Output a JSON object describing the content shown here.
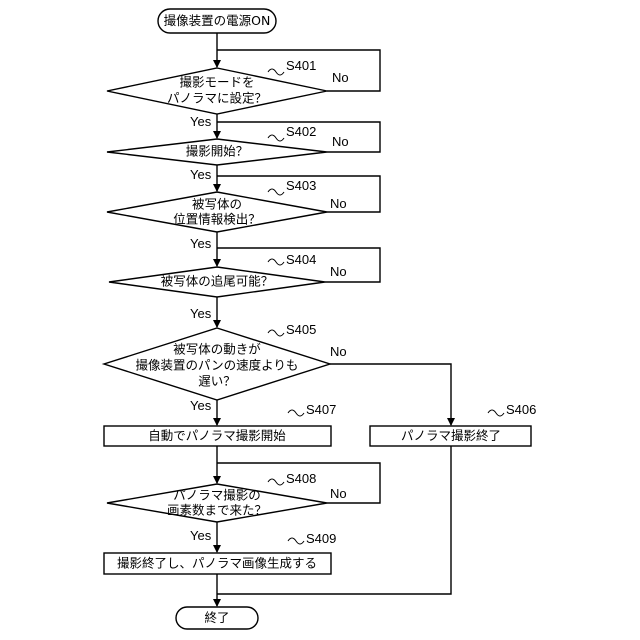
{
  "start": "撮像装置の電源ON",
  "steps": {
    "s401": {
      "id": "S401",
      "line1": "撮影モードを",
      "line2": "パノラマに設定？"
    },
    "s402": {
      "id": "S402",
      "line1": "撮影開始？"
    },
    "s403": {
      "id": "S403",
      "line1": "被写体の",
      "line2": "位置情報検出？"
    },
    "s404": {
      "id": "S404",
      "line1": "被写体の追尾可能？"
    },
    "s405": {
      "id": "S405",
      "line1": "被写体の動きが",
      "line2": "撮像装置のパンの速度よりも",
      "line3": "遅い？"
    },
    "s406": {
      "id": "S406",
      "line1": "パノラマ撮影終了"
    },
    "s407": {
      "id": "S407",
      "line1": "自動でパノラマ撮影開始"
    },
    "s408": {
      "id": "S408",
      "line1": "パノラマ撮影の",
      "line2": "画素数まで来た？"
    },
    "s409": {
      "id": "S409",
      "line1": "撮影終了し、パノラマ画像生成する"
    }
  },
  "labels": {
    "yes": "Yes",
    "no": "No"
  },
  "end": "終了"
}
